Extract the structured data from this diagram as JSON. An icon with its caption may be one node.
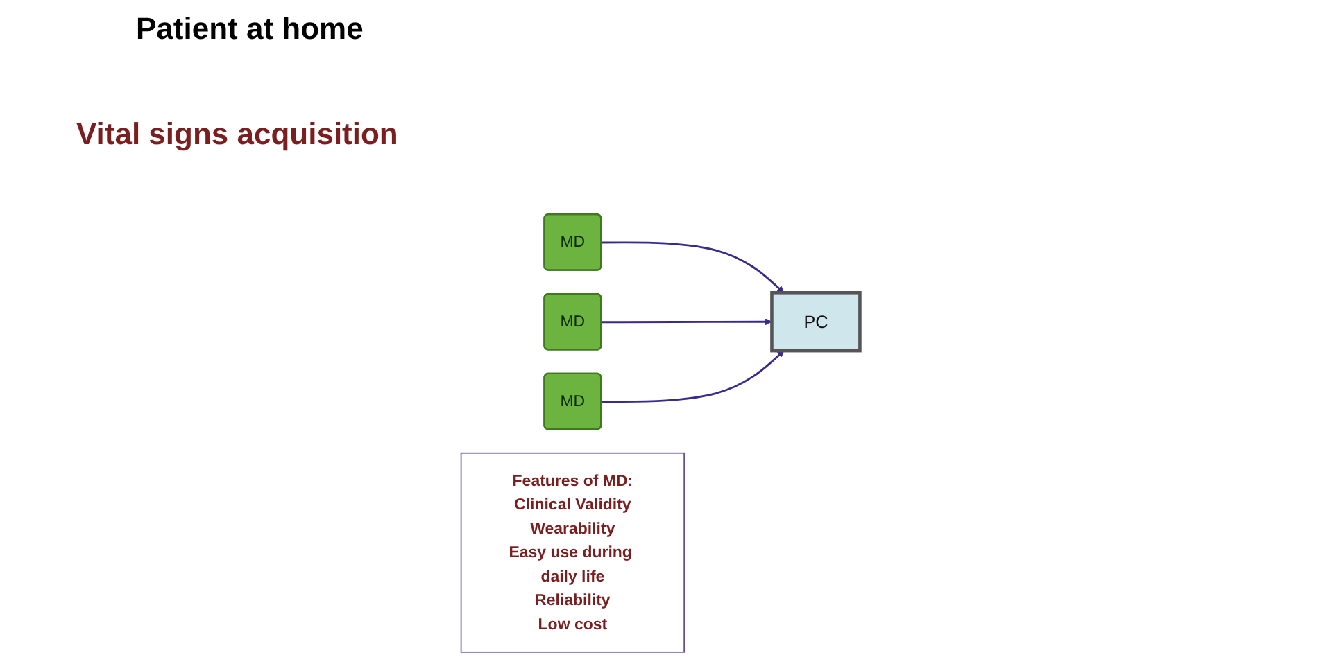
{
  "diagram": {
    "title": "Patient at home",
    "nodes": [
      {
        "text": [
          "MD"
        ]
      },
      {
        "text": [
          "MD"
        ]
      },
      {
        "text": [
          "MD"
        ]
      },
      {
        "text": [
          "PC"
        ]
      },
      {
        "text": [
          "Features of MD:",
          "Clinical Validity",
          "Wearability",
          "Easy use during daily life",
          "Reliability",
          "Low cost"
        ]
      }
    ],
    "edges": [
      {
        "from": 0,
        "to": 3,
        "arrow": "to"
      },
      {
        "from": 1,
        "to": 3,
        "arrow": "to"
      },
      {
        "from": 2,
        "to": 3,
        "arrow": "to"
      }
    ],
    "labels": [
      "Vital signs acquisition"
    ]
  }
}
